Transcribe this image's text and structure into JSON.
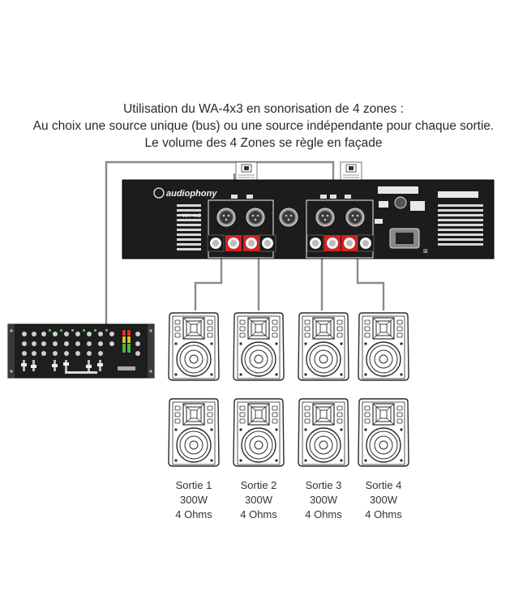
{
  "title": {
    "line1": "Utilisation du WA-4x3 en sonorisation de 4 zones :",
    "line2": "Au choix une source unique (bus) ou une source indépendante pour chaque sortie.",
    "line3": "Le volume des 4 Zones se règle en façade"
  },
  "amplifier": {
    "brand": "audiophony",
    "model": "WA-4x3"
  },
  "outputs": [
    {
      "name": "Sortie 1",
      "power": "300W",
      "impedance": "4 Ohms"
    },
    {
      "name": "Sortie 2",
      "power": "300W",
      "impedance": "4 Ohms"
    },
    {
      "name": "Sortie 3",
      "power": "300W",
      "impedance": "4 Ohms"
    },
    {
      "name": "Sortie 4",
      "power": "300W",
      "impedance": "4 Ohms"
    }
  ],
  "colors": {
    "cable": "#8a8a8a",
    "amp_body": "#1c1c1c",
    "speaker_line": "#2b2b2b",
    "terminal_red": "#d42020"
  }
}
